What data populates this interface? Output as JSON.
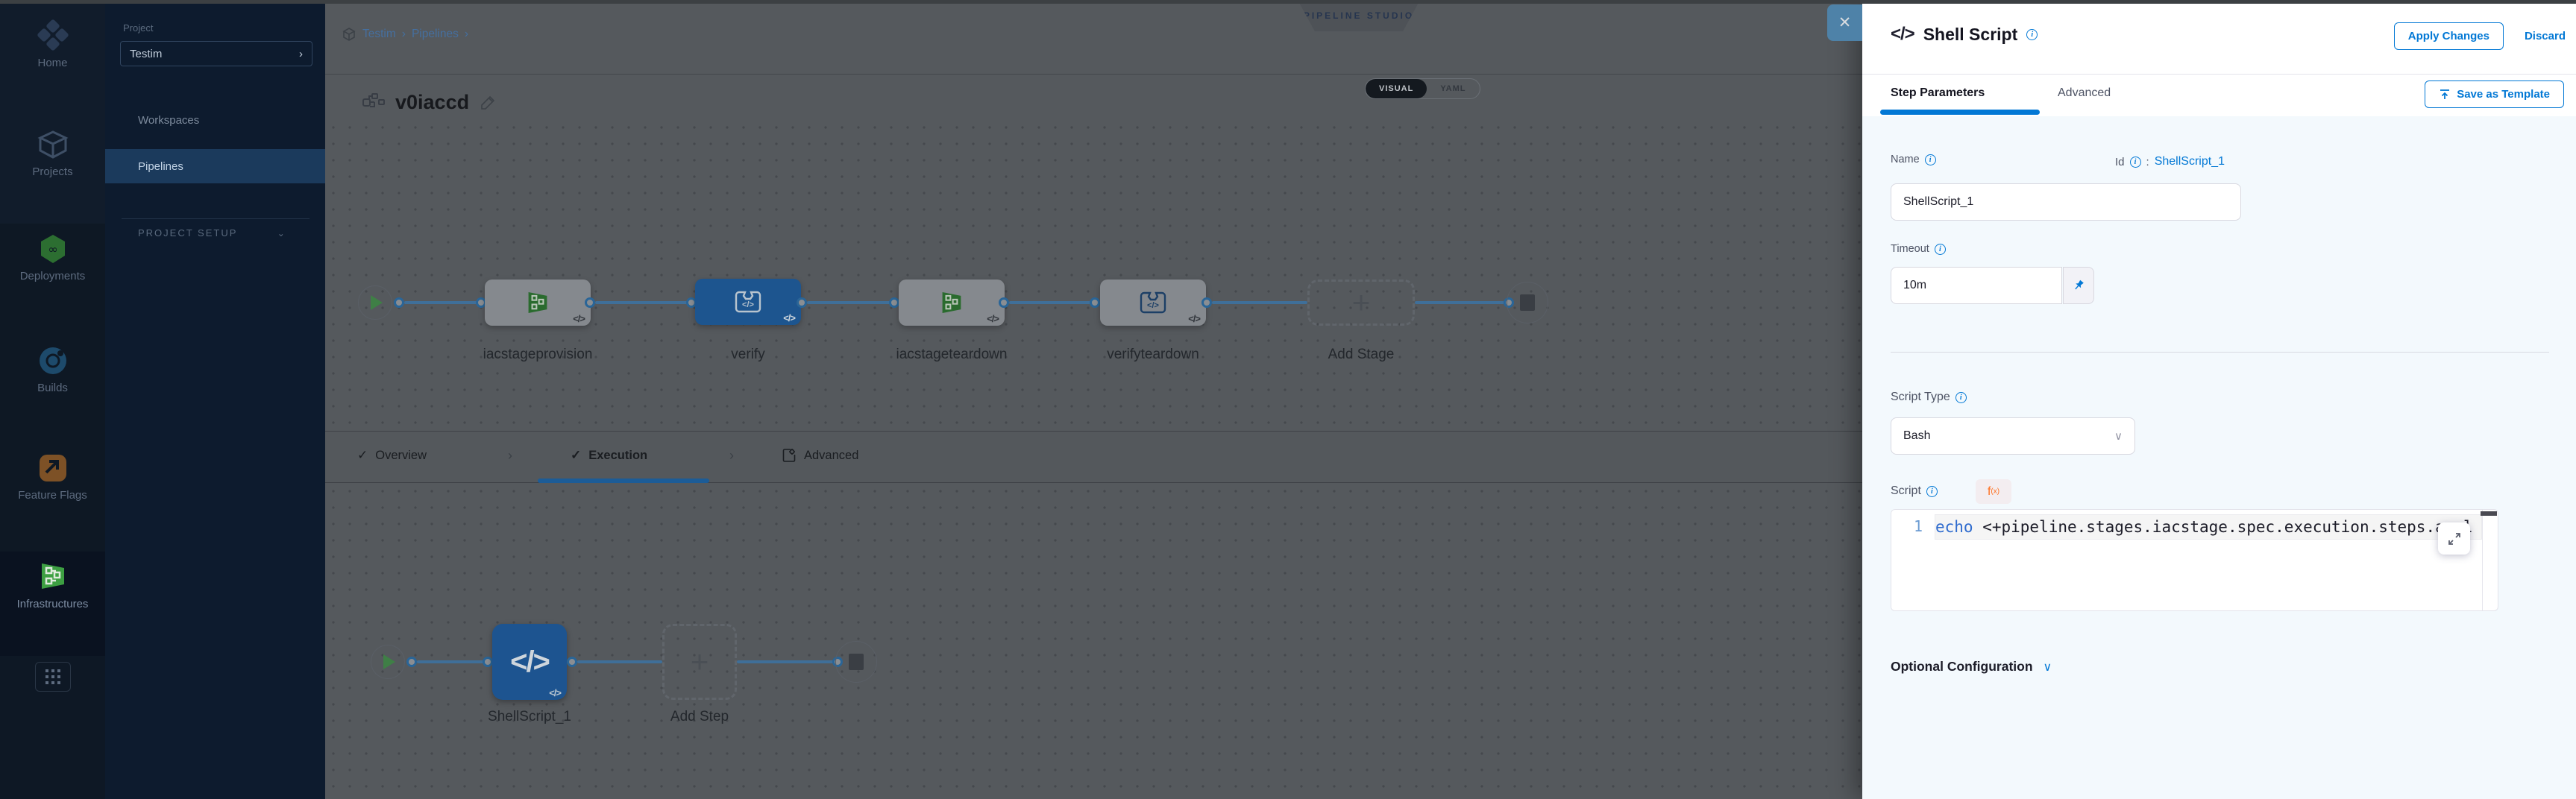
{
  "chrome": {
    "close_label": "✕"
  },
  "colors": {
    "accent_blue": "#0278d5",
    "harness_green": "#42ab45",
    "selected_stage_blue": "#1d558f",
    "drawer_body_bg": "#f3f9fd",
    "fx_orange": "#ff7020"
  },
  "rail": {
    "items": [
      {
        "label": "Home"
      },
      {
        "label": "Projects"
      },
      {
        "label": "Deployments"
      },
      {
        "label": "Builds"
      },
      {
        "label": "Feature Flags"
      },
      {
        "label": "Infrastructures"
      }
    ]
  },
  "sidebar": {
    "project_label": "Project",
    "project_name": "Testim",
    "project_chevron": "›",
    "items": [
      {
        "label": "Workspaces"
      },
      {
        "label": "Pipelines"
      }
    ],
    "setup_label": "PROJECT SETUP",
    "setup_chevron": "⌄"
  },
  "header": {
    "breadcrumb": {
      "crumb1": "Testim",
      "sep1": "›",
      "crumb2": "Pipelines",
      "sep2": "›"
    },
    "studio_badge": "PIPELINE STUDIO",
    "pipeline_name": "v0iaccd",
    "visual_label": "VISUAL",
    "yaml_label": "YAML"
  },
  "stage_graph": {
    "stages": [
      {
        "name": "iacstageprovision",
        "type": "infrastructure"
      },
      {
        "name": "verify",
        "type": "custom",
        "selected": true
      },
      {
        "name": "iacstageteardown",
        "type": "infrastructure"
      },
      {
        "name": "verifyteardown",
        "type": "custom"
      }
    ],
    "add_stage_label": "Add Stage",
    "code_badge": "</>"
  },
  "exec_tabs": {
    "tabs": [
      {
        "label": "Overview",
        "check": "✓"
      },
      {
        "label": "Execution",
        "check": "✓",
        "active": true
      },
      {
        "label": "Advanced"
      }
    ],
    "separator": "›"
  },
  "step_graph": {
    "step_name": "ShellScript_1",
    "add_step_label": "Add Step",
    "code_glyph": "</>"
  },
  "drawer": {
    "title_glyph": "</>",
    "title": "Shell Script",
    "apply_label": "Apply Changes",
    "discard_label": "Discard",
    "tabs": [
      {
        "label": "Step Parameters",
        "active": true
      },
      {
        "label": "Advanced"
      }
    ],
    "save_template_label": "Save as Template",
    "form": {
      "name_label": "Name",
      "name_value": "ShellScript_1",
      "id_label": "Id",
      "id_separator": ":",
      "id_value": "ShellScript_1",
      "timeout_label": "Timeout",
      "timeout_value": "10m",
      "script_type_label": "Script Type",
      "script_type_value": "Bash",
      "script_type_chevron": "∨",
      "script_label": "Script",
      "fx_badge": "f",
      "fx_badge_sub": "(x)",
      "code_line_number": "1",
      "code_keyword": "echo",
      "code_rest": " <+pipeline.stages.iacstage.spec.execution.steps.appl",
      "optional_config_label": "Optional Configuration",
      "optional_config_chevron": "∨"
    }
  }
}
